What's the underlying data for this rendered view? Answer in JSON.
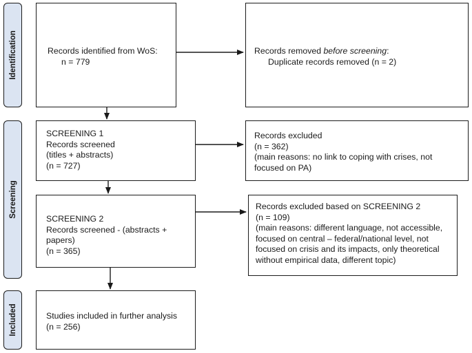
{
  "phases": {
    "identification": "Identification",
    "screening": "Screening",
    "included": "Included"
  },
  "boxes": {
    "identified": {
      "line1": "Records identified from WoS:",
      "line2": "n = 779"
    },
    "removed": {
      "line1_prefix": "Records removed ",
      "line1_emph": "before screening",
      "line1_suffix": ":",
      "line2": "Duplicate records removed  (n = 2)"
    },
    "screening1": {
      "lines": [
        "SCREENING 1",
        "Records screened",
        "(titles + abstracts)",
        "(n = 727)"
      ]
    },
    "excluded1": {
      "lines": [
        "Records excluded",
        "(n = 362)",
        "(main reasons: no link to coping with crises, not",
        "focused on PA)"
      ]
    },
    "screening2": {
      "lines": [
        "SCREENING 2",
        "Records screened - (abstracts +",
        "papers)",
        "(n = 365)"
      ]
    },
    "excluded2": {
      "lines": [
        "Records excluded based on SCREENING 2",
        "(n = 109)",
        "(main reasons: different language, not accessible,",
        "focused on central – federal/national level, not",
        "focused on crisis and its impacts, only theoretical",
        "without empirical data, different topic)"
      ]
    },
    "included": {
      "lines": [
        "Studies included in further analysis",
        "(n = 256)"
      ]
    }
  },
  "colors": {
    "phase_fill": "#dbe4f2",
    "stroke": "#1a1a1a"
  }
}
